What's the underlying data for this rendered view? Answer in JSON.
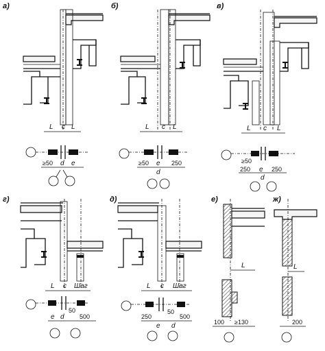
{
  "panels": [
    {
      "letter": "а)",
      "dims_top": [
        "L",
        "c",
        "L"
      ],
      "dims_bottom": [
        "≥50",
        "d",
        "e"
      ]
    },
    {
      "letter": "б)",
      "dims_top": [
        "L",
        "c",
        "L"
      ],
      "dims_bottom": [
        "≥50",
        "e",
        "250",
        "d"
      ]
    },
    {
      "letter": "в)",
      "dims_top": [
        "L",
        "c",
        "L"
      ],
      "dims_bottom": [
        "≥50",
        "250",
        "e",
        "250",
        "d"
      ]
    },
    {
      "letter": "г)",
      "dims_top": [
        "L",
        "c",
        "Шаг"
      ],
      "dims_bottom": [
        "e",
        "d",
        "50",
        "500"
      ]
    },
    {
      "letter": "д)",
      "dims_top": [
        "L",
        "c",
        "Шаг"
      ],
      "dims_bottom": [
        "250",
        "e",
        "50",
        "d",
        "500"
      ]
    },
    {
      "letter": "е)",
      "dims_top": [
        "L"
      ],
      "dims_bottom": [
        "100",
        "≥130"
      ]
    },
    {
      "letter": "ж)",
      "dims_top": [
        "L"
      ],
      "dims_bottom": [
        "200"
      ]
    }
  ]
}
